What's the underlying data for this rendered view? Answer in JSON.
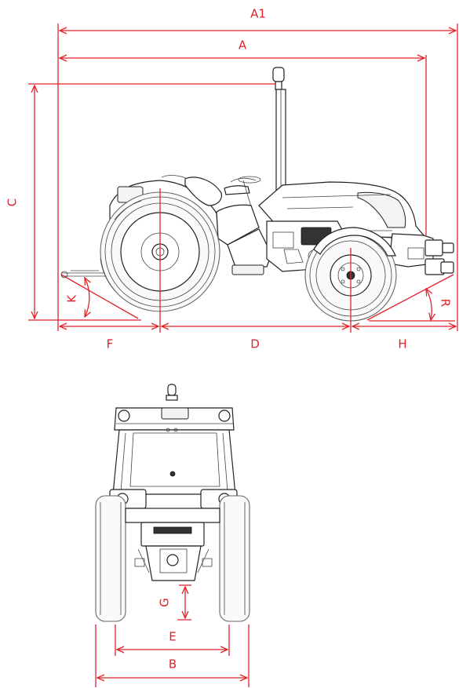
{
  "dimension_labels": {
    "A1": "A1",
    "A": "A",
    "C": "C",
    "K": "K",
    "R": "R",
    "F": "F",
    "D": "D",
    "H": "H",
    "G": "G",
    "E": "E",
    "B": "B"
  },
  "colors": {
    "dimension": "#e0222a",
    "drawing": "#222222"
  }
}
